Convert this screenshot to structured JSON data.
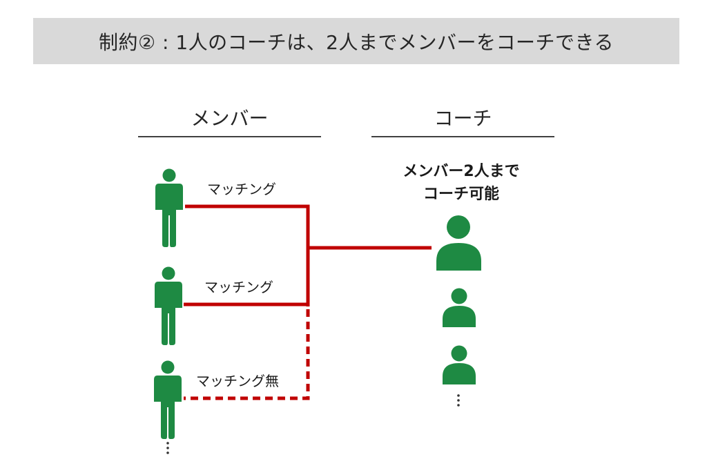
{
  "title": "制約② : 1人のコーチは、2人までメンバーをコーチできる",
  "columns": {
    "members": "メンバー",
    "coaches": "コーチ"
  },
  "coach_note": {
    "line1": "メンバー2人まで",
    "line2": "コーチ可能"
  },
  "matches": [
    {
      "label": "マッチング",
      "status": "matched"
    },
    {
      "label": "マッチング",
      "status": "matched"
    },
    {
      "label": "マッチング無",
      "status": "unmatched"
    }
  ],
  "colors": {
    "person": "#1e8a43",
    "line": "#c00000",
    "title_bg": "#d9d9d9"
  },
  "icons": {
    "member": "standing-person-icon",
    "coach": "person-bust-icon",
    "more": "vertical-ellipsis"
  }
}
